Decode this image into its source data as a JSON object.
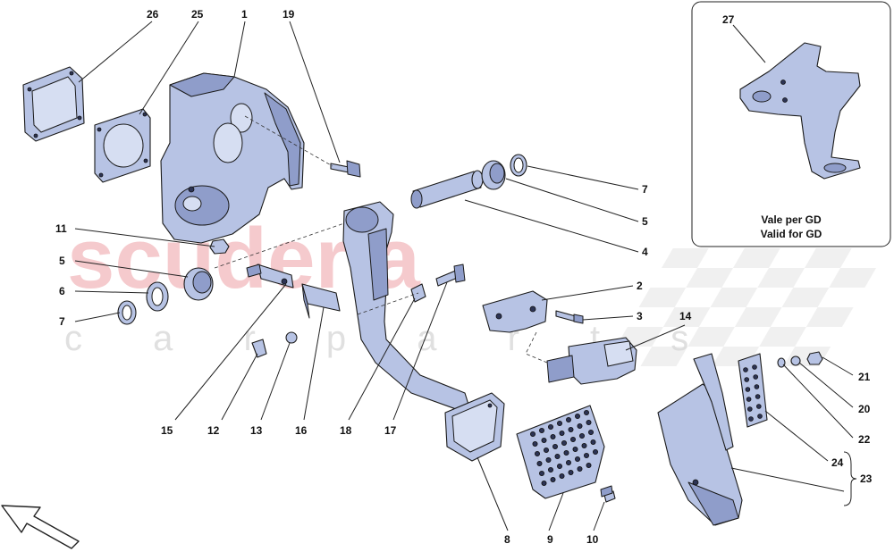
{
  "watermark": {
    "brand": "scuderia",
    "sub": "c a r p a r t s",
    "checker_colors": [
      "#eeeeee",
      "#ffffff"
    ],
    "brand_color": "#f2b9bd"
  },
  "inset": {
    "callout": "27",
    "note_it": "Vale per GD",
    "note_en": "Valid for GD"
  },
  "callouts": {
    "c26": "26",
    "c25": "25",
    "c1": "1",
    "c19": "19",
    "c11": "11",
    "c5a": "5",
    "c6": "6",
    "c7a": "7",
    "c7b": "7",
    "c5b": "5",
    "c4": "4",
    "c2": "2",
    "c3": "3",
    "c14": "14",
    "c21": "21",
    "c20": "20",
    "c22": "22",
    "c24": "24",
    "c23": "23",
    "c15": "15",
    "c12": "12",
    "c13": "13",
    "c16": "16",
    "c18": "18",
    "c17": "17",
    "c8": "8",
    "c9": "9",
    "c10": "10"
  },
  "colors": {
    "part_fill": "#b7c3e4",
    "part_shade": "#8f9dca",
    "outline": "#1a1a1a",
    "background": "#ffffff"
  },
  "icons": [
    "direction-arrow-icon"
  ]
}
